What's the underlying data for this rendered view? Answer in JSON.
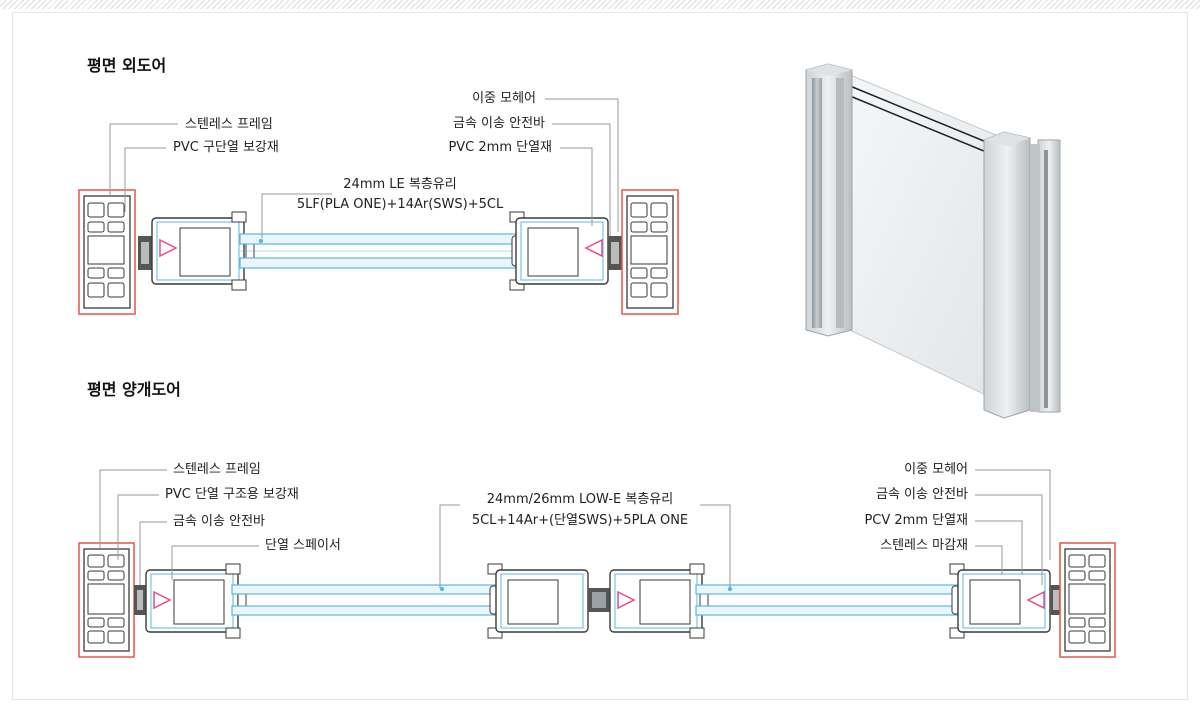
{
  "sections": {
    "single": {
      "title": "평면 외도어",
      "labels": {
        "stainless_frame": "스텐레스 프레임",
        "pvc_reinforce": "PVC 구단열 보강재",
        "glass_title": "24mm LE 복층유리",
        "glass_spec": "5LF(PLA ONE)+14Ar(SWS)+5CL",
        "double_mohair": "이중 모헤어",
        "metal_bar": "금속 이송 안전바",
        "pvc_thermal": "PVC 2mm 단열재"
      }
    },
    "double": {
      "title": "평면 양개도어",
      "labels": {
        "stainless_frame": "스텐레스 프레임",
        "pvc_reinforce": "PVC 단열 구조용 보강재",
        "metal_bar_left": "금속 이송 안전바",
        "thermal_spacer": "단열 스페이서",
        "glass_title": "24mm/26mm LOW-E 복층유리",
        "glass_spec": "5CL+14Ar+(단열SWS)+5PLA ONE",
        "double_mohair": "이중 모헤어",
        "metal_bar_right": "금속 이송 안전바",
        "pcv_thermal": "PCV 2mm 단열재",
        "stainless_finish": "스텐레스 마감재"
      }
    }
  },
  "colors": {
    "frame_red": "#e0574a",
    "profile": "#3a3a3a",
    "glass_blue": "#59b8e6",
    "seal_pink": "#e84a8a",
    "leader": "#9a9a9a"
  }
}
